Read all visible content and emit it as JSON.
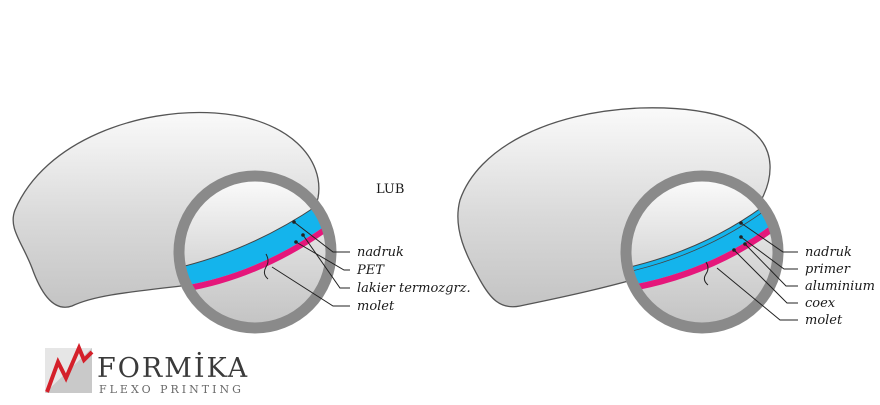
{
  "center_label": "LUB",
  "left": {
    "labels": [
      "nadruk",
      "PET",
      "lakier termozgrz.",
      "molet"
    ]
  },
  "right": {
    "labels": [
      "nadruk",
      "primer",
      "aluminium",
      "coex",
      "molet"
    ]
  },
  "logo": {
    "name": "FORMİKA",
    "tagline": "FLEXO PRINTING"
  },
  "colors": {
    "film": "#14b4ec",
    "sealer": "#e5177b",
    "ring": "#8a8a8a",
    "outline": "#555555"
  }
}
